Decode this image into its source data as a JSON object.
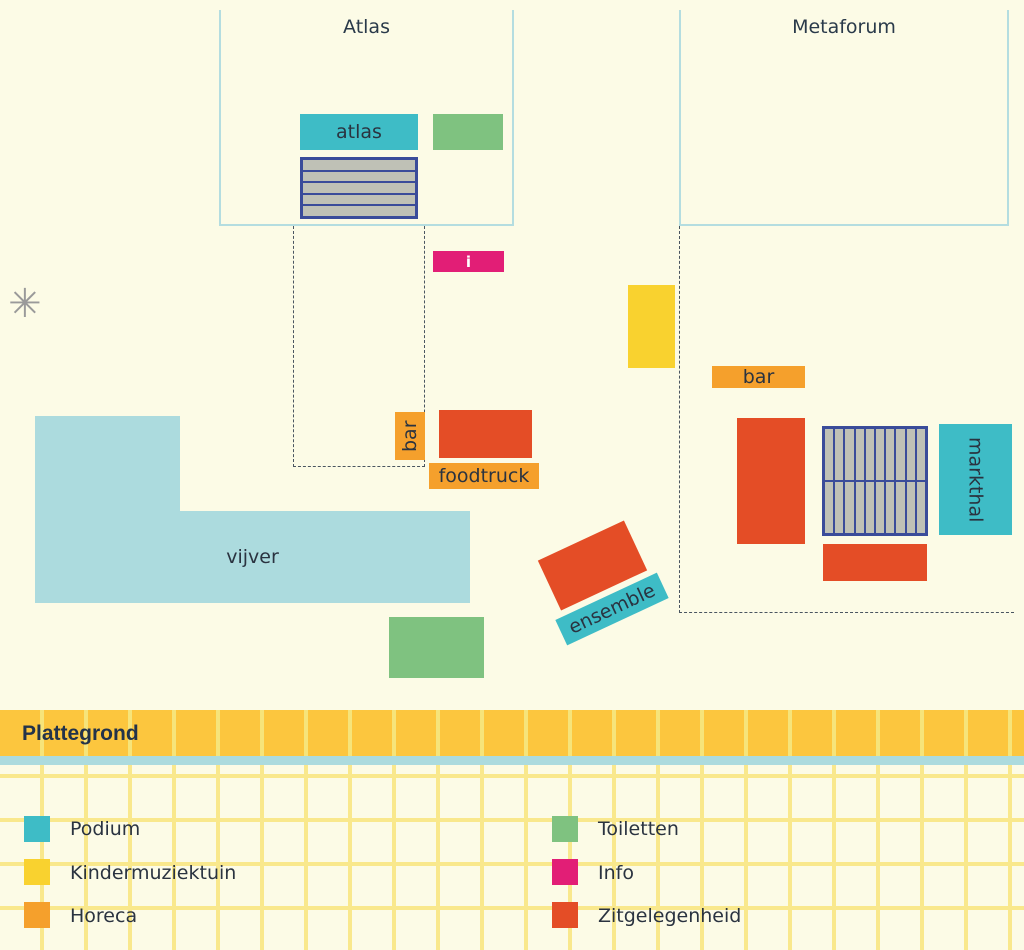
{
  "map": {
    "buildings": {
      "atlas": "Atlas",
      "metaforum": "Metaforum"
    },
    "labels": {
      "atlas_stage": "atlas",
      "info": "i",
      "bar_left": "bar",
      "bar_right": "bar",
      "foodtruck": "foodtruck",
      "pond": "vijver",
      "ensemble": "ensemble",
      "markthal": "markthal"
    },
    "compass_icon": "star-compass"
  },
  "footer": {
    "title": "Plattegrond"
  },
  "legend": [
    {
      "label": "Podium",
      "color": "#3ebcc6"
    },
    {
      "label": "Kindermuziektuin",
      "color": "#f9d22f"
    },
    {
      "label": "Horeca",
      "color": "#f5a02c"
    },
    {
      "label": "Toiletten",
      "color": "#7fc280"
    },
    {
      "label": "Info",
      "color": "#e21e76"
    },
    {
      "label": "Zitgelegenheid",
      "color": "#e44d26"
    }
  ],
  "colors": {
    "background": "#fcfbe6",
    "pond": "#acdbde",
    "seating": "#3a4c9a"
  }
}
